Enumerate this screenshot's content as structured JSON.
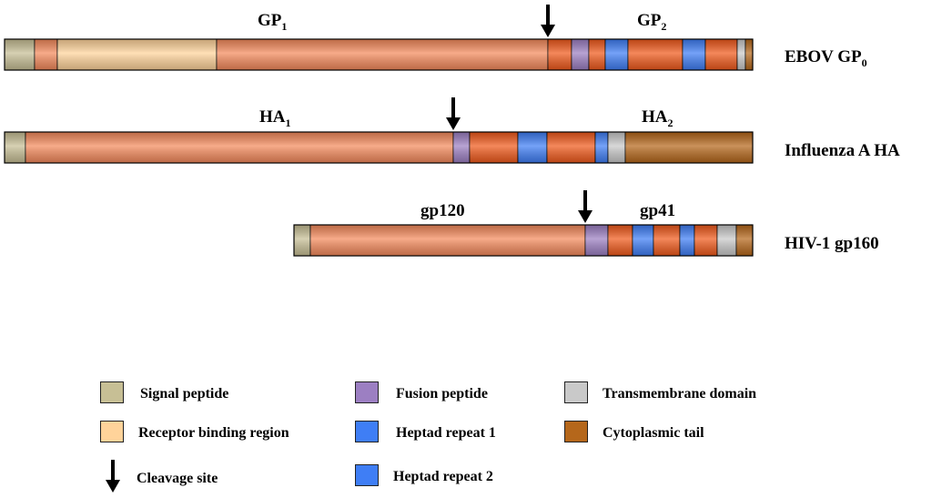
{
  "colors": {
    "signal": "#c7bf95",
    "receptor": "#ffd39a",
    "gp_body": "#f48a5c",
    "fusion": "#9c7fc2",
    "heptad": "#3f7ef5",
    "dark_orange": "#f05a1c",
    "transmembrane": "#c9c9c9",
    "cytoplasmic": "#b5671b",
    "outline": "#000000"
  },
  "proteins": [
    {
      "id": "ebov",
      "name": "EBOV GP",
      "name_sub": "0",
      "sub1_label": "GP",
      "sub1_sub": "1",
      "sub2_label": "GP",
      "sub2_sub": "2",
      "segments": [
        {
          "start": 0,
          "end": 33,
          "kind": "signal"
        },
        {
          "start": 33,
          "end": 58,
          "kind": "gp_body"
        },
        {
          "start": 58,
          "end": 233,
          "kind": "receptor"
        },
        {
          "start": 233,
          "end": 597,
          "kind": "gp_body"
        },
        {
          "start": 597,
          "end": 623,
          "kind": "dark_orange"
        },
        {
          "start": 623,
          "end": 642,
          "kind": "fusion"
        },
        {
          "start": 642,
          "end": 660,
          "kind": "dark_orange"
        },
        {
          "start": 660,
          "end": 685,
          "kind": "heptad"
        },
        {
          "start": 685,
          "end": 745,
          "kind": "dark_orange"
        },
        {
          "start": 745,
          "end": 770,
          "kind": "heptad"
        },
        {
          "start": 770,
          "end": 805,
          "kind": "dark_orange"
        },
        {
          "start": 805,
          "end": 814,
          "kind": "transmembrane"
        },
        {
          "start": 814,
          "end": 822,
          "kind": "cytoplasmic"
        }
      ],
      "cleavage": 597
    },
    {
      "id": "flu",
      "name": "Influenza A HA",
      "name_sub": "",
      "sub1_label": "HA",
      "sub1_sub": "1",
      "sub2_label": "HA",
      "sub2_sub": "2",
      "segments": [
        {
          "start": 0,
          "end": 23,
          "kind": "signal"
        },
        {
          "start": 23,
          "end": 493,
          "kind": "gp_body"
        },
        {
          "start": 493,
          "end": 511,
          "kind": "fusion"
        },
        {
          "start": 511,
          "end": 564,
          "kind": "dark_orange"
        },
        {
          "start": 564,
          "end": 596,
          "kind": "heptad"
        },
        {
          "start": 596,
          "end": 649,
          "kind": "dark_orange"
        },
        {
          "start": 649,
          "end": 663,
          "kind": "heptad"
        },
        {
          "start": 663,
          "end": 682,
          "kind": "transmembrane"
        },
        {
          "start": 682,
          "end": 822,
          "kind": "cytoplasmic"
        }
      ],
      "cleavage": 493
    },
    {
      "id": "hiv",
      "name": "HIV-1 gp160",
      "name_sub": "",
      "sub1_label": "gp120",
      "sub1_sub": "",
      "sub2_label": "gp41",
      "sub2_sub": "",
      "segments": [
        {
          "start": 318,
          "end": 336,
          "kind": "signal"
        },
        {
          "start": 336,
          "end": 638,
          "kind": "gp_body"
        },
        {
          "start": 638,
          "end": 663,
          "kind": "fusion"
        },
        {
          "start": 663,
          "end": 690,
          "kind": "dark_orange"
        },
        {
          "start": 690,
          "end": 713,
          "kind": "heptad"
        },
        {
          "start": 713,
          "end": 742,
          "kind": "dark_orange"
        },
        {
          "start": 742,
          "end": 758,
          "kind": "heptad"
        },
        {
          "start": 758,
          "end": 783,
          "kind": "dark_orange"
        },
        {
          "start": 783,
          "end": 804,
          "kind": "transmembrane"
        },
        {
          "start": 804,
          "end": 822,
          "kind": "cytoplasmic"
        }
      ],
      "cleavage": 638
    }
  ],
  "legend": {
    "signal": "Signal peptide",
    "receptor": "Receptor binding region",
    "cleavage": "Cleavage site",
    "fusion": "Fusion peptide",
    "hr1": "Heptad repeat 1",
    "hr2": "Heptad repeat 2",
    "transmembrane": "Transmembrane domain",
    "cytoplasmic": "Cytoplasmic tail"
  }
}
